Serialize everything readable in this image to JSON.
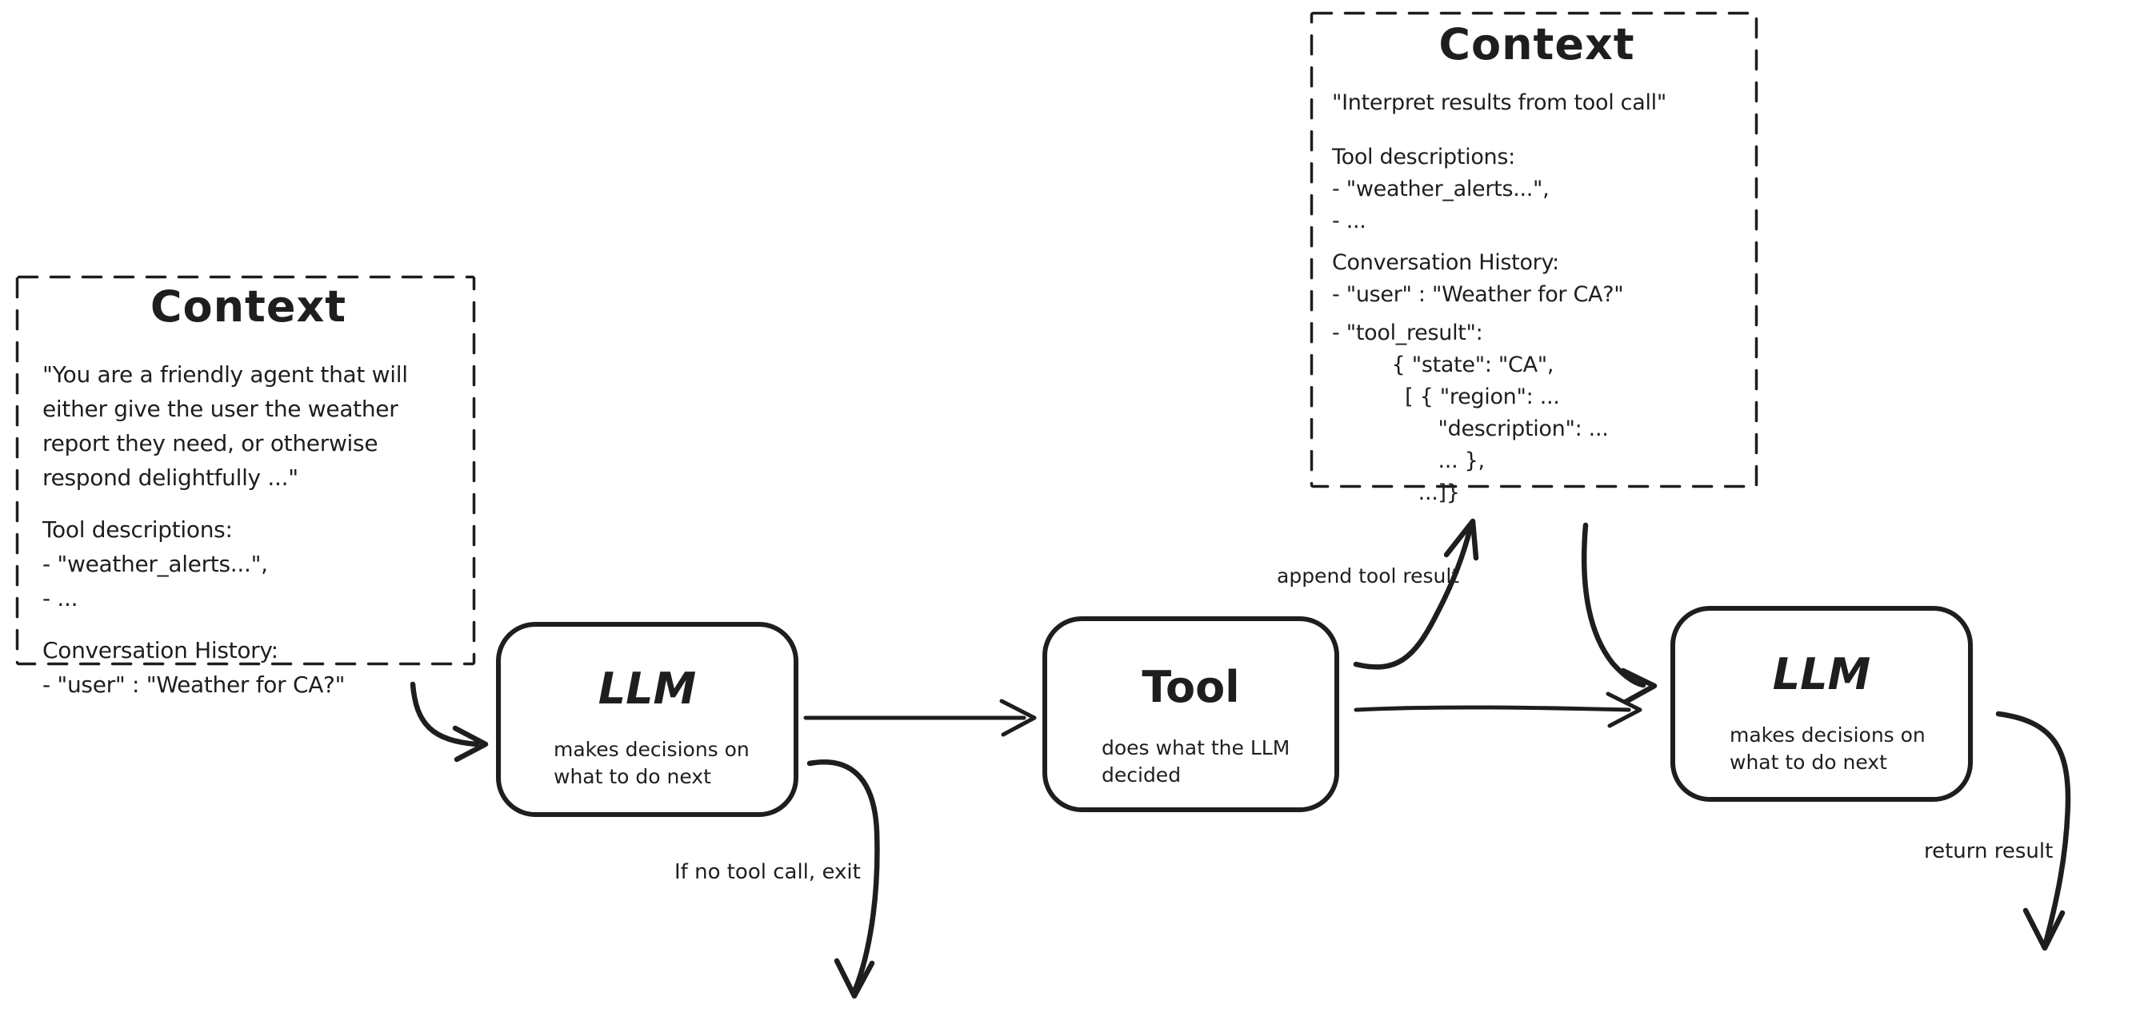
{
  "canvas": {
    "background_color": "#ffffff",
    "ink_color": "#1e1e1e"
  },
  "nodes": {
    "context_left": {
      "title": "Context",
      "paragraphs": [
        [
          "\"You are a friendly agent that will",
          "either give the user the weather",
          "report they need, or otherwise",
          "respond delightfully ...\""
        ],
        [
          "Tool descriptions:",
          "- \"weather_alerts...\",",
          "- ..."
        ],
        [
          "Conversation History:",
          "- \"user\" : \"Weather for CA?\""
        ]
      ]
    },
    "context_top": {
      "title": "Context",
      "paragraphs": [
        [
          "\"Interpret results from tool call\""
        ],
        [
          "Tool descriptions:",
          "- \"weather_alerts...\",",
          "- ..."
        ],
        [
          "Conversation History:",
          "- \"user\" : \"Weather for CA?\""
        ],
        [
          "- \"tool_result\":",
          "         { \"state\": \"CA\",",
          "           [ { \"region\": ...",
          "                \"description\": ...",
          "                ... },",
          "             ...]}"
        ]
      ]
    },
    "llm_first": {
      "title": "LLM",
      "description": [
        "makes decisions on",
        "what to do next"
      ]
    },
    "tool": {
      "title": "Tool",
      "description": [
        "does what the LLM",
        "decided"
      ]
    },
    "llm_second": {
      "title": "LLM",
      "description": [
        "makes decisions on",
        "what to do next"
      ]
    }
  },
  "edge_labels": {
    "append_tool_result": "append tool result",
    "if_no_tool_call_exit": "If no tool call, exit",
    "return_result": "return result"
  },
  "edges": [
    {
      "from": "context_left",
      "to": "llm_first",
      "label": ""
    },
    {
      "from": "llm_first",
      "to": "tool",
      "label": ""
    },
    {
      "from": "llm_first",
      "to": "exit",
      "label": "If no tool call, exit"
    },
    {
      "from": "tool",
      "to": "context_top",
      "label": "append tool result"
    },
    {
      "from": "context_top",
      "to": "llm_second",
      "label": ""
    },
    {
      "from": "tool",
      "to": "llm_second",
      "label": ""
    },
    {
      "from": "llm_second",
      "to": "out",
      "label": "return result"
    }
  ]
}
